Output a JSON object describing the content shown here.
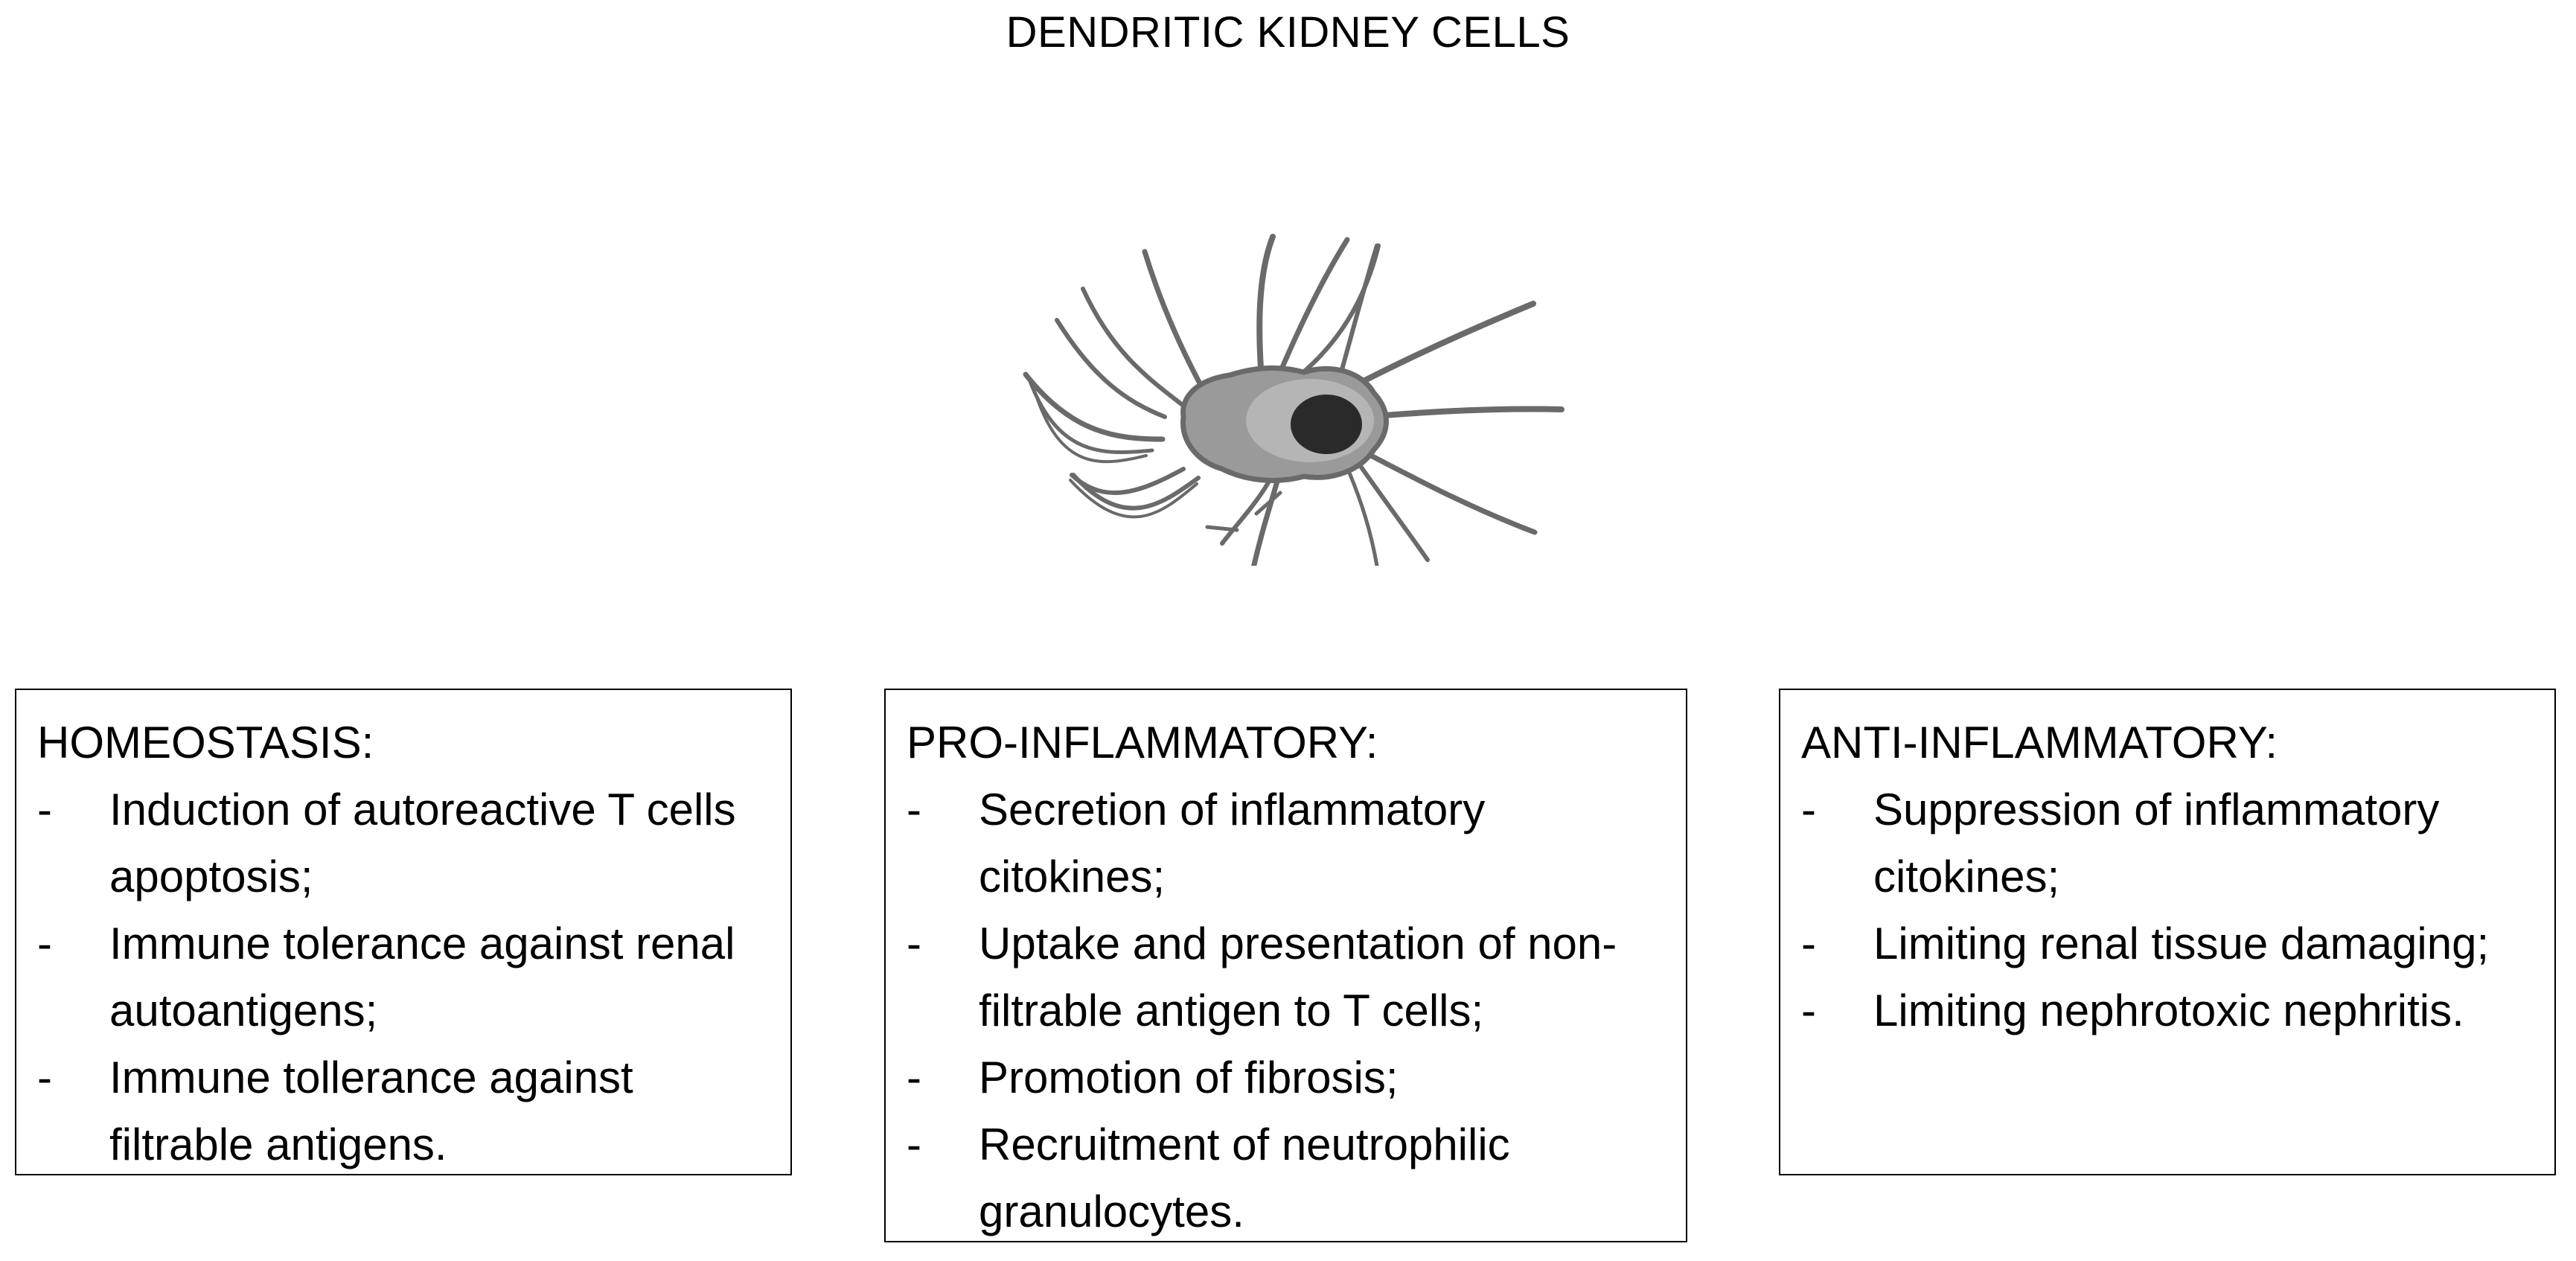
{
  "title": "DENDRITIC KIDNEY CELLS",
  "figure": {
    "name": "dendritic-cell-illustration",
    "soma_color": "#9a9a9a",
    "soma_light_color": "#b5b5b5",
    "nucleus_color": "#2a2a2a",
    "dendrite_color": "#6a6a6a",
    "membrane_color": "#6a6a6a"
  },
  "boxes": [
    {
      "id": "homeostasis",
      "heading": "HOMEOSTASIS:",
      "marker": "-",
      "items": [
        "Induction of autoreactive T cells apoptosis;",
        "Immune tolerance against renal autoantigens;",
        "Immune tollerance against filtrable antigens."
      ]
    },
    {
      "id": "pro-inflammatory",
      "heading": "PRO-INFLAMMATORY:",
      "marker": "-",
      "items": [
        "Secretion of inflammatory citokines;",
        "Uptake and presentation of non-filtrable antigen to T cells;",
        "Promotion of fibrosis;",
        "Recruitment of neutrophilic granulocytes."
      ]
    },
    {
      "id": "anti-inflammatory",
      "heading": "ANTI-INFLAMMATORY:",
      "marker": "-",
      "items": [
        "Suppression of inflammatory citokines;",
        "Limiting renal tissue damaging;",
        "Limiting nephrotoxic nephritis."
      ]
    }
  ]
}
